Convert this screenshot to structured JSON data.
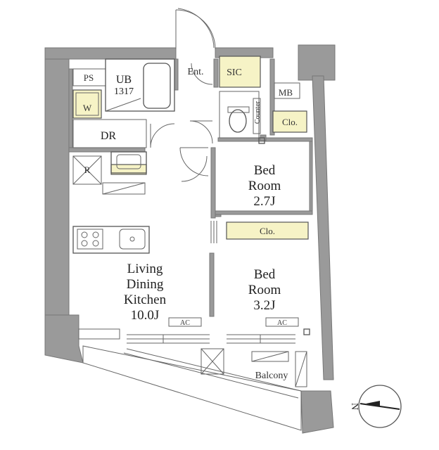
{
  "rooms": {
    "ps": "PS",
    "ub": "UB",
    "ub_size": "1317",
    "ent": "Ent.",
    "sic": "SIC",
    "mb": "MB",
    "w": "W",
    "dr": "DR",
    "counter": "Counter",
    "clo_top": "Clo.",
    "clo_mid": "Clo.",
    "r": "R",
    "bed1_line1": "Bed",
    "bed1_line2": "Room",
    "bed1_size": "2.7J",
    "bed2_line1": "Bed",
    "bed2_line2": "Room",
    "bed2_size": "3.2J",
    "ldk_line1": "Living",
    "ldk_line2": "Dining",
    "ldk_line3": "Kitchen",
    "ldk_size": "10.0J",
    "ac_ldk": "AC",
    "ac_bed": "AC",
    "balcony": "Balcony"
  },
  "compass": {
    "label": "N"
  },
  "colors": {
    "wall": "#9a9a9a",
    "closet": "#f6f3c6",
    "line": "#555555"
  }
}
